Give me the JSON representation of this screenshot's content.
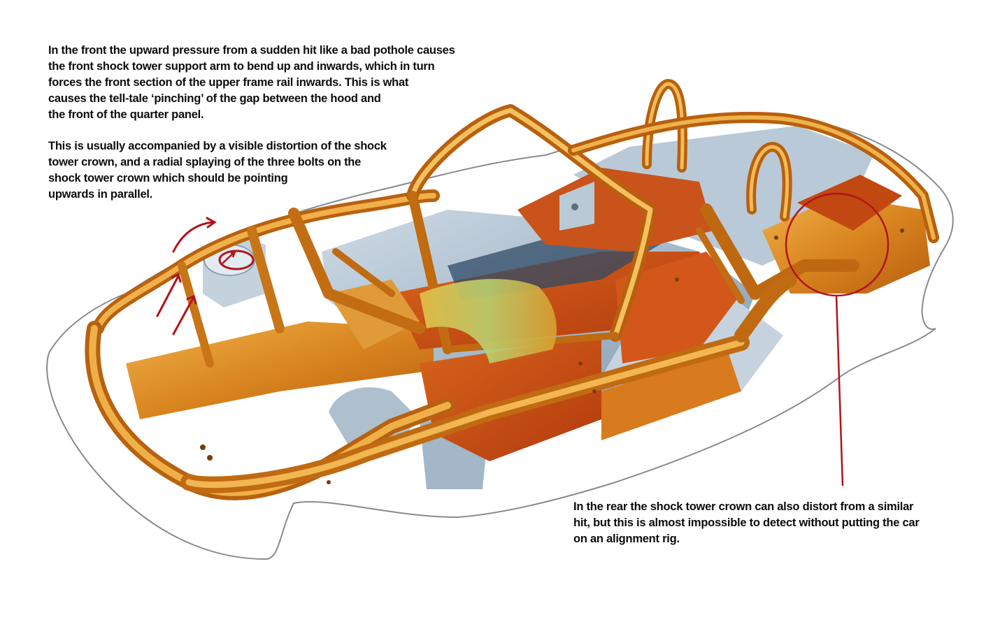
{
  "annotations": {
    "front_paragraph_1": [
      "In the front the upward pressure from a sudden hit like a bad pothole causes",
      "the front shock tower support arm to bend up and inwards, which in turn",
      "forces the front section of the upper frame rail inwards. This is what",
      "causes the tell-tale ‘pinching’ of the gap between the hood and",
      "the front of the quarter panel."
    ],
    "front_paragraph_2": [
      "This is usually accompanied by a visible distortion of the shock",
      "tower crown, and a radial splaying of the three bolts on the",
      "shock tower crown which should be pointing",
      "upwards in parallel."
    ],
    "rear_paragraph": [
      "In the rear the shock tower crown can also distort from a similar",
      "hit, but this is almost impossible to detect without putting the car",
      "on an alignment rig."
    ]
  },
  "colors": {
    "frame_orange": "#d9861c",
    "frame_red": "#c94a12",
    "panel_blue": "#9fb6c9",
    "highlight_green": "#a9c85a",
    "marker_red": "#b0141c",
    "outline": "#7a7a7a"
  }
}
